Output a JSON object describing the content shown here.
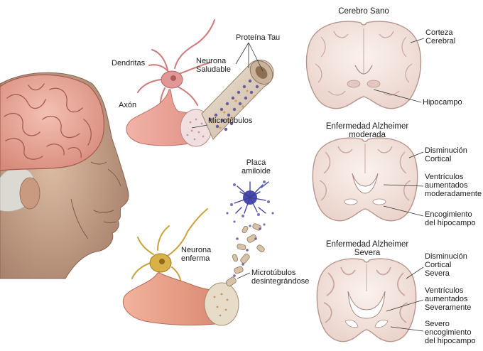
{
  "labels": {
    "dendritas": "Dendritas",
    "neurona_saludable": [
      "Neurona",
      "Saludable"
    ],
    "proteina_tau": "Proteína Tau",
    "axon": "Axón",
    "microtubulos": "Microtúbulos",
    "placa_amiloide": [
      "Placa",
      "amiloide"
    ],
    "neurona_enferma": [
      "Neurona",
      "enferma"
    ],
    "microtubulos_desintegrandose": [
      "Microtúbulos",
      "desintegrándose"
    ]
  },
  "panels": {
    "healthy": {
      "title": [
        "Cerebro Sano"
      ],
      "callouts": [
        [
          "Corteza",
          "Cerebral"
        ],
        [
          "Hipocampo"
        ]
      ]
    },
    "moderate": {
      "title": [
        "Enfermedad Alzheimer",
        "moderada"
      ],
      "callouts": [
        [
          "Disminución",
          "Cortical"
        ],
        [
          "Ventrículos",
          "aumentados",
          "moderadamente"
        ],
        [
          "Encogimiento",
          "del hipocampo"
        ]
      ]
    },
    "severe": {
      "title": [
        "Enfermedad Alzheimer",
        "Severa"
      ],
      "callouts": [
        [
          "Disminución",
          "Cortical",
          "Severa"
        ],
        [
          "Ventrículos",
          "aumentados",
          "Severamente"
        ],
        [
          "Severo",
          "encogimiento",
          "del hipocampo"
        ]
      ]
    }
  },
  "colors": {
    "skin": "#c9a58c",
    "skin_dark": "#9b7560",
    "hair": "#d9d6d0",
    "brain": "#e8a79a",
    "brain_fold": "#b76a60",
    "neuron_healthy": "#d98a8a",
    "neuron_sick": "#c9a23c",
    "tau": "#6a5a9a",
    "brain_slice": "#f3e6e1",
    "brain_slice_edge": "#b89a92",
    "ventricle": "#ffffff"
  }
}
